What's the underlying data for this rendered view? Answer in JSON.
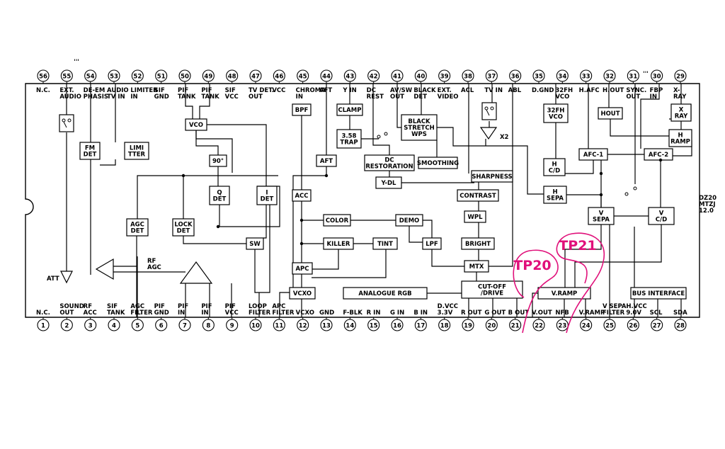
{
  "top_pins": [
    {
      "num": "56",
      "label": [
        "N.C."
      ]
    },
    {
      "num": "55",
      "label": [
        "EXT.",
        "AUDIO"
      ]
    },
    {
      "num": "54",
      "label": [
        "DE-EM",
        "PHASIS"
      ]
    },
    {
      "num": "53",
      "label": [
        "AUDIO",
        "TV IN"
      ]
    },
    {
      "num": "52",
      "label": [
        "LIMITER",
        "IN"
      ]
    },
    {
      "num": "51",
      "label": [
        "SIF",
        "GND"
      ]
    },
    {
      "num": "50",
      "label": [
        "PIF",
        "TANK"
      ]
    },
    {
      "num": "49",
      "label": [
        "PIF",
        "TANK"
      ]
    },
    {
      "num": "48",
      "label": [
        "SIF",
        "VCC"
      ]
    },
    {
      "num": "47",
      "label": [
        "TV DET.",
        "OUT"
      ]
    },
    {
      "num": "46",
      "label": [
        "VCC",
        ""
      ]
    },
    {
      "num": "45",
      "label": [
        "CHROMA",
        "IN"
      ]
    },
    {
      "num": "44",
      "label": [
        "AFT",
        ""
      ]
    },
    {
      "num": "43",
      "label": [
        "Y IN",
        ""
      ]
    },
    {
      "num": "42",
      "label": [
        "DC",
        "REST"
      ]
    },
    {
      "num": "41",
      "label": [
        "AV/SW",
        "OUT"
      ]
    },
    {
      "num": "40",
      "label": [
        "BLACK",
        "DET"
      ]
    },
    {
      "num": "39",
      "label": [
        "EXT.",
        "VIDEO"
      ]
    },
    {
      "num": "38",
      "label": [
        "ACL",
        ""
      ]
    },
    {
      "num": "37",
      "label": [
        "TV IN",
        ""
      ]
    },
    {
      "num": "36",
      "label": [
        "ABL",
        ""
      ]
    },
    {
      "num": "35",
      "label": [
        "D.GND",
        ""
      ]
    },
    {
      "num": "34",
      "label": [
        "32FH",
        "VCO"
      ]
    },
    {
      "num": "33",
      "label": [
        "H.AFC",
        ""
      ]
    },
    {
      "num": "32",
      "label": [
        "H.OUT",
        ""
      ]
    },
    {
      "num": "31",
      "label": [
        "SYNC.",
        "OUT"
      ]
    },
    {
      "num": "30",
      "label": [
        "FBP",
        "IN"
      ]
    },
    {
      "num": "29",
      "label": [
        "X-",
        "RAY"
      ]
    }
  ],
  "bottom_pins": [
    {
      "num": "1",
      "label": [
        "N.C.",
        ""
      ]
    },
    {
      "num": "2",
      "label": [
        "SOUND",
        "OUT"
      ]
    },
    {
      "num": "3",
      "label": [
        "RF",
        "ACC"
      ]
    },
    {
      "num": "4",
      "label": [
        "SIF",
        "TANK"
      ]
    },
    {
      "num": "5",
      "label": [
        "AGC",
        "FILTER"
      ]
    },
    {
      "num": "6",
      "label": [
        "PIF",
        "GND"
      ]
    },
    {
      "num": "7",
      "label": [
        "PIF",
        "IN"
      ]
    },
    {
      "num": "8",
      "label": [
        "PIF",
        "IN"
      ]
    },
    {
      "num": "9",
      "label": [
        "PIF",
        "VCC"
      ]
    },
    {
      "num": "10",
      "label": [
        "LOOP",
        "FILTER"
      ]
    },
    {
      "num": "11",
      "label": [
        "APC",
        "FILTER"
      ]
    },
    {
      "num": "12",
      "label": [
        "VCXO",
        ""
      ]
    },
    {
      "num": "13",
      "label": [
        "GND",
        ""
      ]
    },
    {
      "num": "14",
      "label": [
        "F-BLK",
        ""
      ]
    },
    {
      "num": "15",
      "label": [
        "R IN",
        ""
      ]
    },
    {
      "num": "16",
      "label": [
        "G IN",
        ""
      ]
    },
    {
      "num": "17",
      "label": [
        "B IN",
        ""
      ]
    },
    {
      "num": "18",
      "label": [
        "D.VCC",
        "3.3V"
      ]
    },
    {
      "num": "19",
      "label": [
        "R OUT",
        ""
      ]
    },
    {
      "num": "20",
      "label": [
        "G OUT",
        ""
      ]
    },
    {
      "num": "21",
      "label": [
        "B OUT",
        ""
      ]
    },
    {
      "num": "22",
      "label": [
        "V.OUT",
        ""
      ]
    },
    {
      "num": "23",
      "label": [
        "NFB",
        ""
      ]
    },
    {
      "num": "24",
      "label": [
        "V.RAMP",
        ""
      ]
    },
    {
      "num": "25",
      "label": [
        "V SEPA",
        "FILTER"
      ]
    },
    {
      "num": "26",
      "label": [
        "H.VCC",
        "9.0V"
      ]
    },
    {
      "num": "27",
      "label": [
        "SCL",
        ""
      ]
    },
    {
      "num": "28",
      "label": [
        "SDA",
        ""
      ]
    }
  ],
  "blocks": [
    {
      "id": "fm-det",
      "lines": [
        "FM",
        "DET"
      ]
    },
    {
      "id": "limiter",
      "lines": [
        "LIMI",
        "TTER"
      ]
    },
    {
      "id": "vco",
      "lines": [
        "VCO"
      ]
    },
    {
      "id": "phase-90",
      "lines": [
        "90°"
      ]
    },
    {
      "id": "q-det",
      "lines": [
        "Q",
        "DET"
      ]
    },
    {
      "id": "i-det",
      "lines": [
        "I",
        "DET"
      ]
    },
    {
      "id": "agc-det",
      "lines": [
        "AGC",
        "DET"
      ]
    },
    {
      "id": "lock-det",
      "lines": [
        "LOCK",
        "DET"
      ]
    },
    {
      "id": "sw",
      "lines": [
        "SW"
      ]
    },
    {
      "id": "bpf",
      "lines": [
        "BPF"
      ]
    },
    {
      "id": "aft",
      "lines": [
        "AFT"
      ]
    },
    {
      "id": "acc",
      "lines": [
        "ACC"
      ]
    },
    {
      "id": "apc",
      "lines": [
        "APC"
      ]
    },
    {
      "id": "vcxo",
      "lines": [
        "VCXO"
      ]
    },
    {
      "id": "color",
      "lines": [
        "COLOR"
      ]
    },
    {
      "id": "killer",
      "lines": [
        "KILLER"
      ]
    },
    {
      "id": "tint",
      "lines": [
        "TINT"
      ]
    },
    {
      "id": "demo",
      "lines": [
        "DEMO"
      ]
    },
    {
      "id": "lpf",
      "lines": [
        "LPF"
      ]
    },
    {
      "id": "clamp",
      "lines": [
        "CLAMP"
      ]
    },
    {
      "id": "trap",
      "lines": [
        "3.58",
        "TRAP"
      ]
    },
    {
      "id": "black-stretch",
      "lines": [
        "BLACK",
        "STRETCH",
        "WPS"
      ]
    },
    {
      "id": "dc-restoration",
      "lines": [
        "DC",
        "RESTORATION"
      ]
    },
    {
      "id": "smoothing",
      "lines": [
        "SMOOTHING"
      ]
    },
    {
      "id": "y-dl",
      "lines": [
        "Y-DL"
      ]
    },
    {
      "id": "sharpness",
      "lines": [
        "SHARPNESS"
      ]
    },
    {
      "id": "contrast",
      "lines": [
        "CONTRAST"
      ]
    },
    {
      "id": "wpl",
      "lines": [
        "WPL"
      ]
    },
    {
      "id": "bright",
      "lines": [
        "BRIGHT"
      ]
    },
    {
      "id": "mtx",
      "lines": [
        "MTX"
      ]
    },
    {
      "id": "cutoff",
      "lines": [
        "CUT-OFF",
        "/DRIVE"
      ]
    },
    {
      "id": "analogue-rgb",
      "lines": [
        "ANALOGUE RGB"
      ]
    },
    {
      "id": "vco-32fh",
      "lines": [
        "32FH",
        "VCO"
      ]
    },
    {
      "id": "afc1",
      "lines": [
        "AFC-1"
      ]
    },
    {
      "id": "hout",
      "lines": [
        "HOUT"
      ]
    },
    {
      "id": "xray",
      "lines": [
        "X",
        "RAY"
      ]
    },
    {
      "id": "hramp",
      "lines": [
        "H",
        "RAMP"
      ]
    },
    {
      "id": "afc2",
      "lines": [
        "AFC-2"
      ]
    },
    {
      "id": "hcd",
      "lines": [
        "H",
        "C/D"
      ]
    },
    {
      "id": "hsepa",
      "lines": [
        "H",
        "SEPA"
      ]
    },
    {
      "id": "vsepa",
      "lines": [
        "V",
        "SEPA"
      ]
    },
    {
      "id": "vcd",
      "lines": [
        "V",
        "C/D"
      ]
    },
    {
      "id": "vramp",
      "lines": [
        "V.RAMP"
      ]
    },
    {
      "id": "bus-interface",
      "lines": [
        "BUS INTERFACE"
      ]
    }
  ],
  "labels": {
    "rf_agc": [
      "RF",
      "AGC"
    ],
    "att": "ATT",
    "x2": "X2",
    "ic_marking": [
      "DZ20",
      "MTZJ",
      "12.0"
    ],
    "tp20": "TP20",
    "tp21": "TP21"
  },
  "colors": {
    "line": "#000000",
    "testpoint": "#e0107a"
  }
}
